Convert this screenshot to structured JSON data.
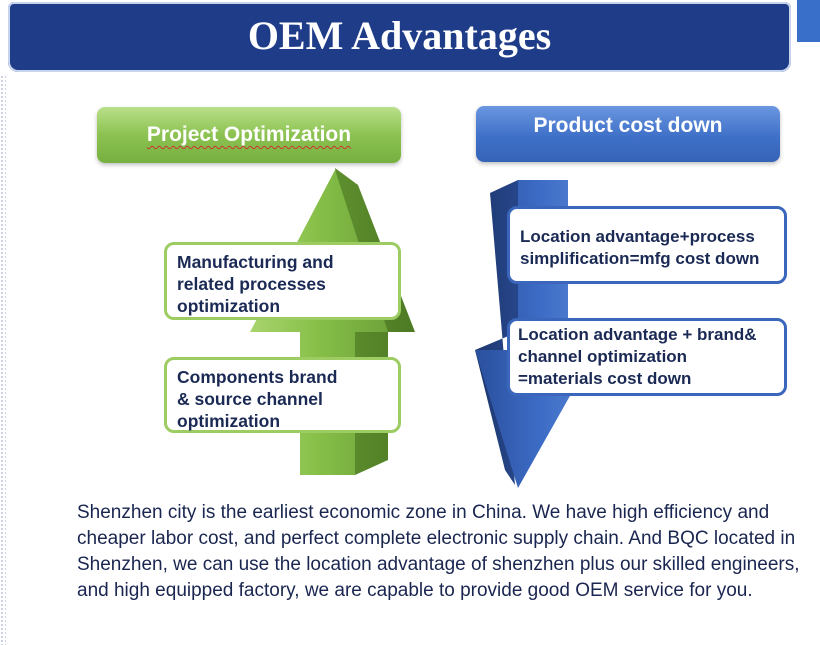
{
  "title": "OEM Advantages",
  "left_header": "Project Optimization",
  "right_header": "Product cost down",
  "left_boxes": [
    {
      "lines": [
        "Manufacturing and",
        "related processes",
        "optimization"
      ]
    },
    {
      "lines": [
        "Components brand",
        "& source channel",
        "optimization"
      ]
    }
  ],
  "right_boxes": [
    {
      "lines": [
        "Location advantage+process",
        "simplification=mfg cost down"
      ]
    },
    {
      "lines": [
        "Location advantage + brand&",
        "channel optimization",
        "=materials cost down"
      ]
    }
  ],
  "paragraph": "Shenzhen city is the earliest economic zone in China. We have high efficiency and cheaper labor cost, and perfect complete electronic supply chain. And BQC located in Shenzhen, we can use the location advantage of shenzhen plus our skilled engineers, and high equipped factory, we are capable to provide good OEM service for you.",
  "colors": {
    "title_bg": "#1f3c88",
    "green": "#8cc251",
    "blue": "#3f70c8",
    "text_dark": "#1a2650"
  }
}
